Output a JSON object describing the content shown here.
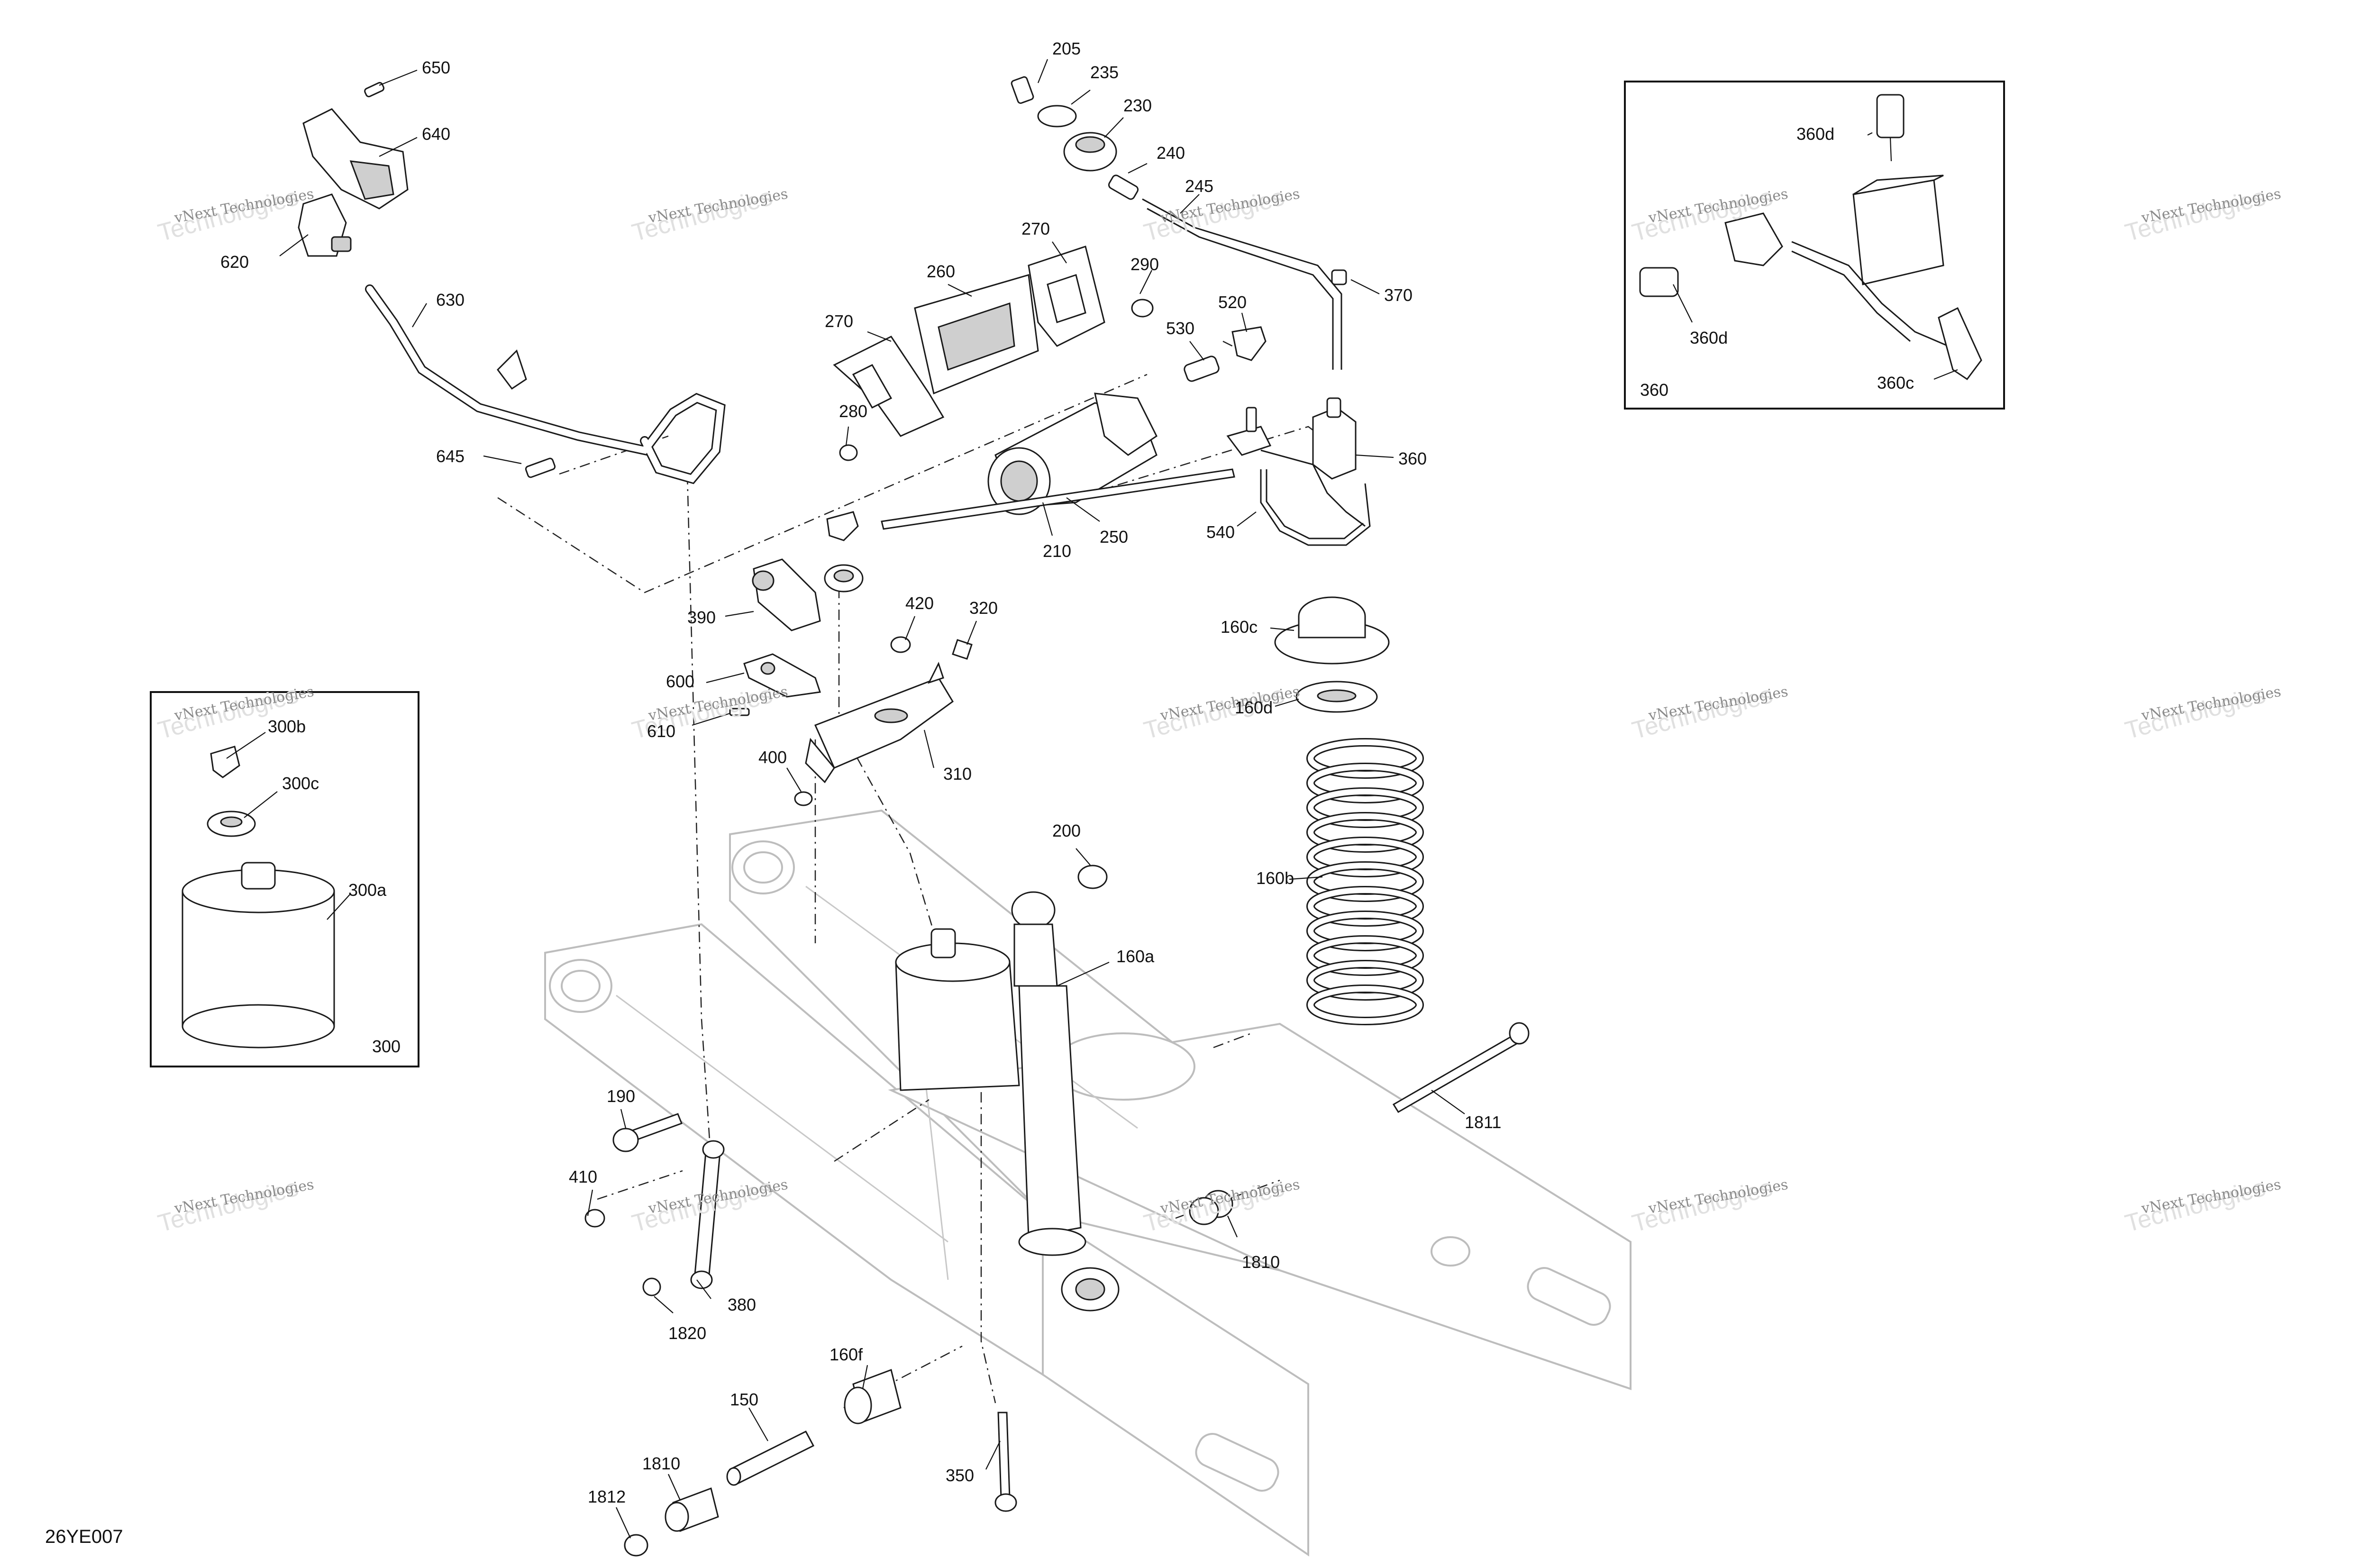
{
  "diagram_code": "26YE007",
  "watermark": {
    "line1": "vNext Technologies",
    "line2": "Technologies"
  },
  "callouts": {
    "c650": "650",
    "c640": "640",
    "c620": "620",
    "c630": "630",
    "c645": "645",
    "c205": "205",
    "c235": "235",
    "c230": "230",
    "c240": "240",
    "c245": "245",
    "c270a": "270",
    "c270b": "270",
    "c260": "260",
    "c290": "290",
    "c280": "280",
    "c530": "530",
    "c520": "520",
    "c370": "370",
    "c360": "360",
    "c210": "210",
    "c250": "250",
    "c540": "540",
    "c390": "390",
    "c420": "420",
    "c320": "320",
    "c600": "600",
    "c610": "610",
    "c400": "400",
    "c310": "310",
    "c160c": "160c",
    "c160d": "160d",
    "c160b": "160b",
    "c200": "200",
    "c160a": "160a",
    "c1811": "1811",
    "c190": "190",
    "c410": "410",
    "c380": "380",
    "c1820": "1820",
    "c1810a": "1810",
    "c160f": "160f",
    "c150": "150",
    "c1810b": "1810",
    "c1812": "1812",
    "c350": "350"
  },
  "inset_300": {
    "box_label": "300",
    "c300b": "300b",
    "c300c": "300c",
    "c300a": "300a"
  },
  "inset_360": {
    "box_label": "360",
    "c360d_top": "360d",
    "c360d_bottom": "360d",
    "c360c": "360c"
  }
}
